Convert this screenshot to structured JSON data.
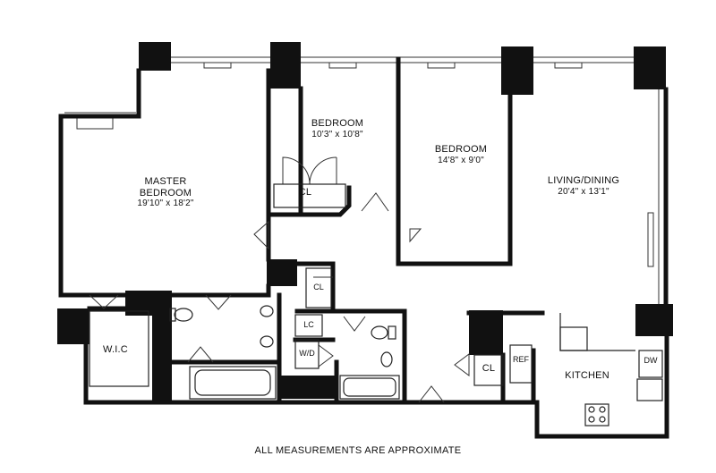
{
  "rooms": {
    "master": {
      "name_line1": "MASTER",
      "name_line2": "BEDROOM",
      "dims": "19'10\" x 18'2\""
    },
    "bedroom_a": {
      "name": "BEDROOM",
      "dims": "10'3\" x 10'8\""
    },
    "bedroom_b": {
      "name": "BEDROOM",
      "dims": "14'8\" x 9'0\""
    },
    "living": {
      "name": "LIVING/DINING",
      "dims": "20'4\" x 13'1\""
    },
    "kitchen": {
      "name": "KITCHEN"
    },
    "wic": {
      "name": "W.I.C"
    }
  },
  "fixtures": {
    "closet_bedroom": "CL",
    "closet_hall": "CL",
    "closet_entry": "CL",
    "linen_closet": "LC",
    "washer_dryer": "W/D",
    "refrigerator": "REF",
    "dishwasher": "DW"
  },
  "footer": "ALL MEASUREMENTS ARE APPROXIMATE"
}
